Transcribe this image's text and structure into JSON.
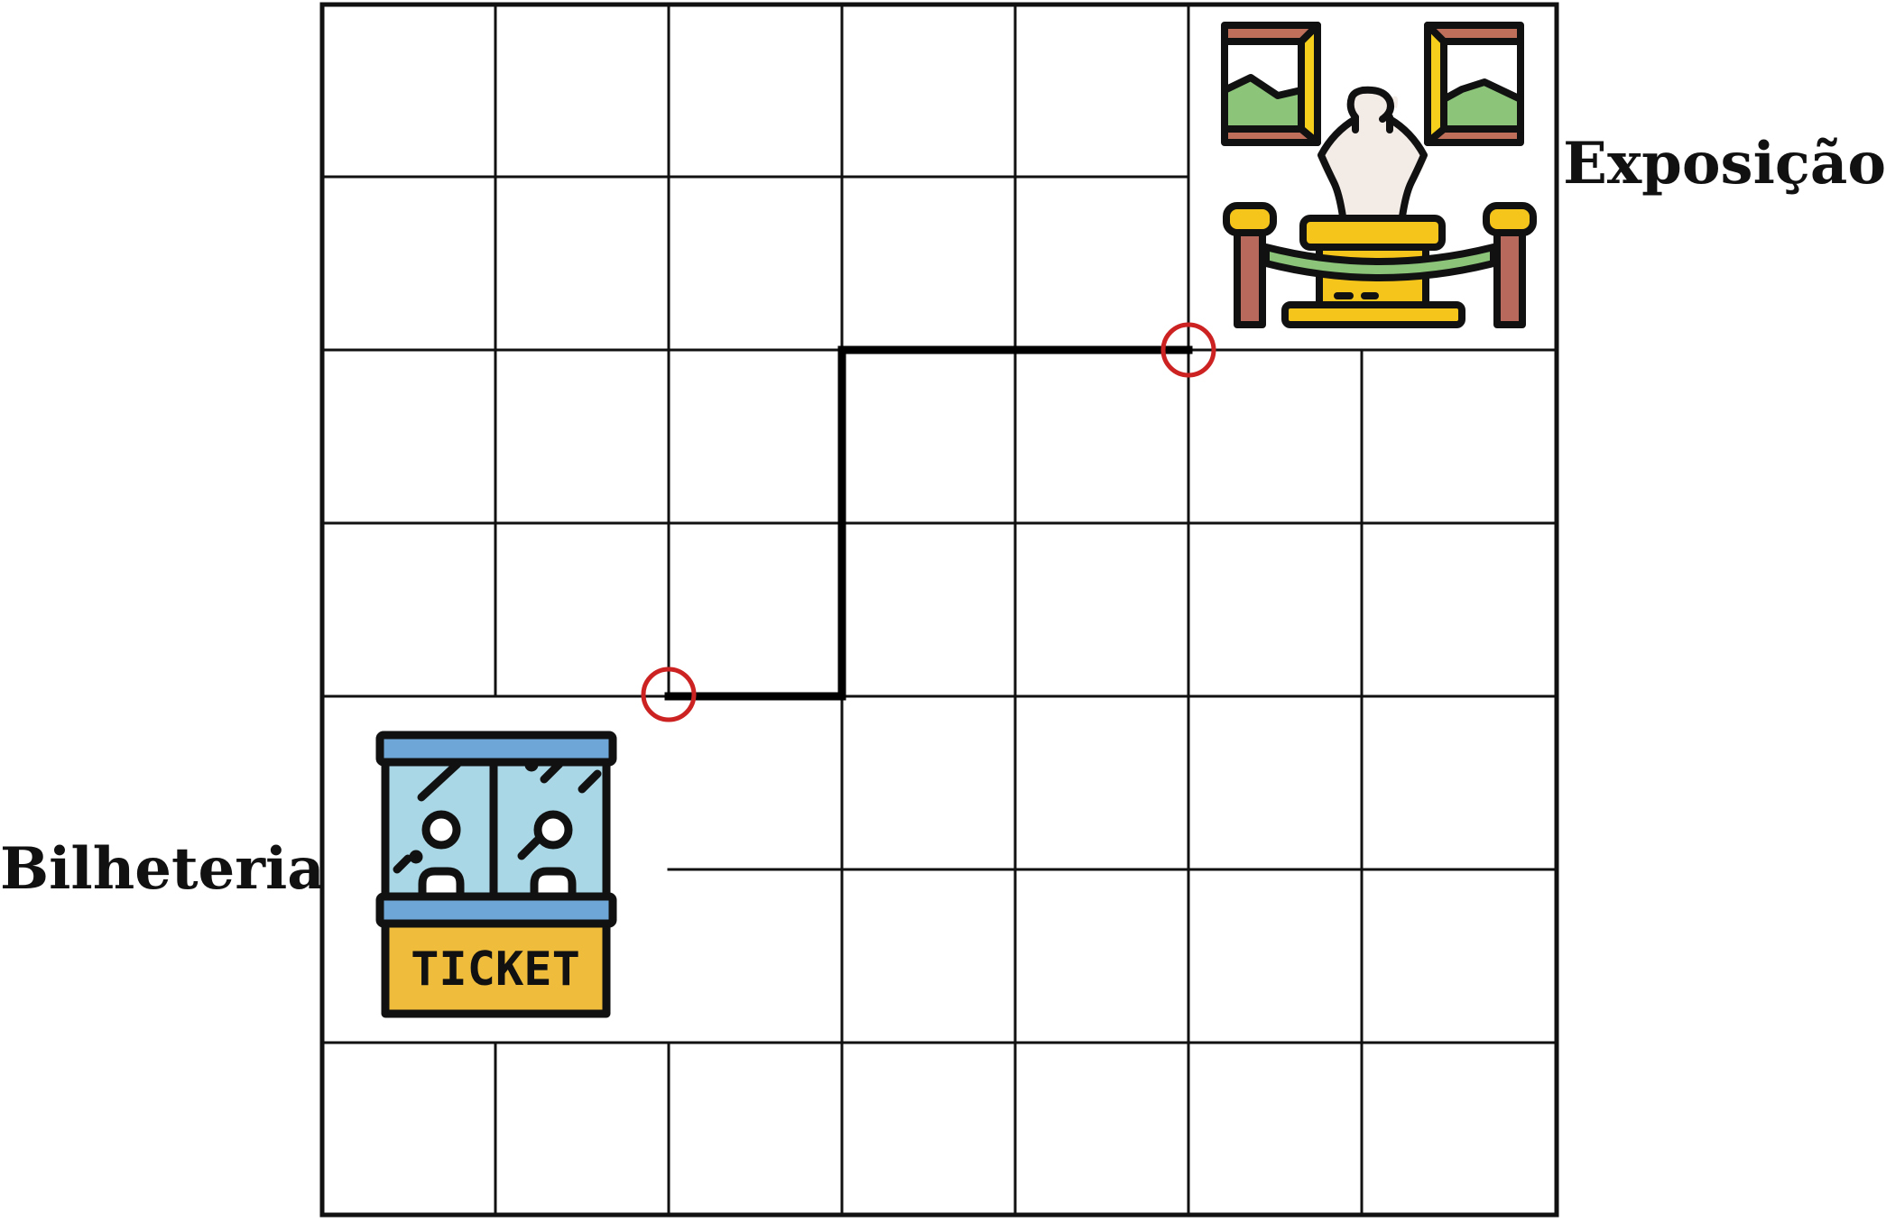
{
  "labels": {
    "bilheteria": "Bilheteria",
    "exposicao": "Exposição"
  },
  "ticket_booth": {
    "icon": "ticket-booth-icon",
    "sign_text": "TICKET"
  },
  "exhibition": {
    "icon": "museum-exhibition-icon"
  },
  "colors": {
    "grid": "#111111",
    "path": "#000000",
    "marker": "#cc2222",
    "booth_blue": "#6fa6d8",
    "booth_glass": "#a9d7e6",
    "ticket_yellow": "#f0bc3c",
    "frame_red": "#c0705a",
    "frame_yellow": "#f5cf1c",
    "landscape_green": "#8cc47a",
    "bust": "#f3ebe6",
    "pedestal": "#f5c51c",
    "post": "#b9695b",
    "rope": "#8cc47a"
  }
}
